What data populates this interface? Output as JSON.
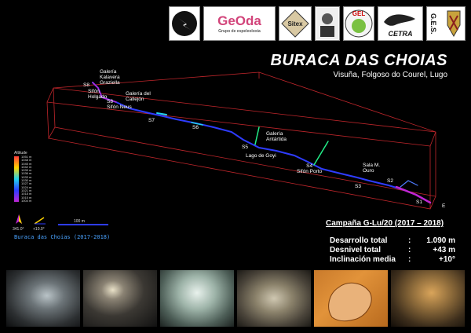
{
  "header": {
    "title": "BURACA DAS CHOIAS",
    "subtitle": "Visuña, Folgoso do Courel, Lugo"
  },
  "logos": [
    {
      "name": "geoda",
      "text": "GeOda",
      "subtext": "Grupo de espeleoloxía"
    },
    {
      "name": "sitex",
      "text": "Sitex"
    },
    {
      "name": "gel",
      "text": "GEL"
    },
    {
      "name": "cetra",
      "text": "CETRA"
    },
    {
      "name": "ges",
      "text": "G.E.S."
    }
  ],
  "map_labels": {
    "s8": "S8",
    "galeria_kalavera": "Galería\nKalavera\nGraziella",
    "sifon_holgado": "Sifón\nHolgado",
    "galeria_callejon": "Galería del\nCallejón",
    "s8_sifon_neus": "S8\nSifón Neus",
    "s7": "S7",
    "s6": "S6",
    "galeria_antartida": "Galería\nAntártida",
    "s5": "S5",
    "lago_goyi": "Lago de Goyi",
    "s4_sifon_porto": "S4\nSifón Porto",
    "sala_m_ouro": "Sala M.\nOuro",
    "s3": "S3",
    "s2": "S2",
    "s1": "S1",
    "e": "E"
  },
  "legend": {
    "altitude_title": "Altitude",
    "altitude_ticks": [
      "1051 m",
      "1048 m",
      "1045 m",
      "1042 m",
      "1039 m",
      "1036 m",
      "1033 m",
      "1030 m",
      "1027 m",
      "1024 m",
      "1021 m",
      "1018 m",
      "1015 m",
      "1004 m"
    ],
    "compass_label_1": "341.0°",
    "compass_label_2": "+10.0°",
    "scale_label": "100 m",
    "caption": "Buraca das Choias (2017-2018)"
  },
  "campaign": {
    "title": "Campaña G-Lu/20 (2017 – 2018)",
    "stats": [
      {
        "label": "Desarrollo total",
        "sep": ":",
        "value": "1.090 m"
      },
      {
        "label": "Desnivel total",
        "sep": ":",
        "value": "+43 m"
      },
      {
        "label": "Inclinación media",
        "sep": ":",
        "value": "+10°"
      }
    ]
  },
  "colors": {
    "box": "#c0262b",
    "survey_main": "#2e3cff",
    "survey_high": "#22d3ee",
    "survey_low": "#c026d3"
  },
  "photos": [
    "cave-photo-1",
    "cave-photo-2",
    "cave-photo-3",
    "cave-photo-4",
    "map-photo",
    "cave-photo-6"
  ]
}
